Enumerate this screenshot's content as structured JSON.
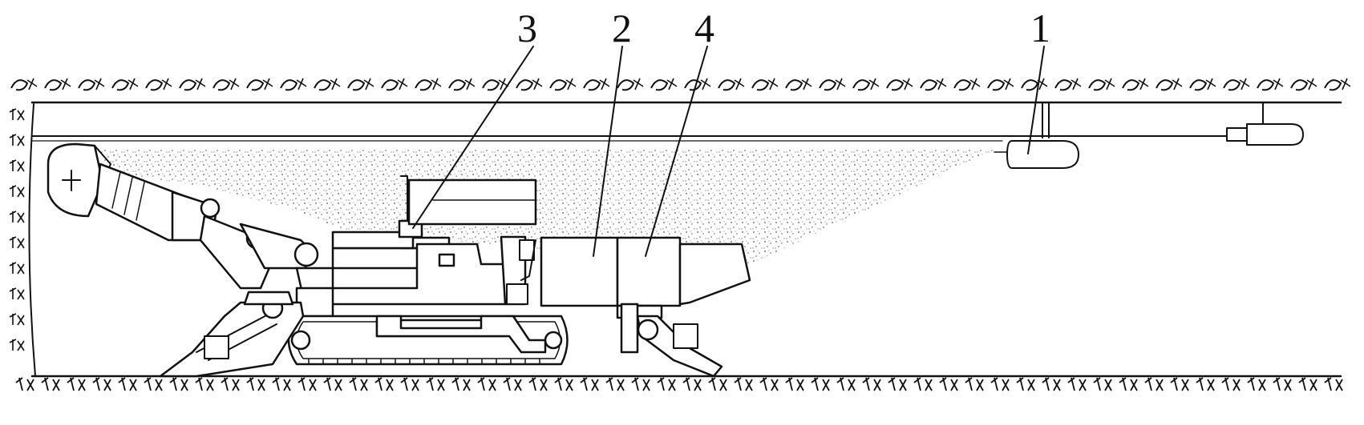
{
  "callouts": [
    {
      "id": "1",
      "label": "1"
    },
    {
      "id": "2",
      "label": "2"
    },
    {
      "id": "3",
      "label": "3"
    },
    {
      "id": "4",
      "label": "4"
    }
  ],
  "colors": {
    "ink": "#111111",
    "background": "#ffffff",
    "dust": "#555555"
  }
}
